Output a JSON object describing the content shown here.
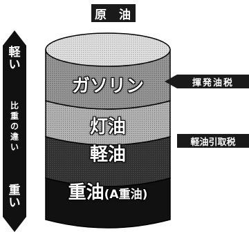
{
  "source": {
    "label": "原 油"
  },
  "gravity_axis": {
    "top_label": "軽い",
    "middle_label": "比重の違い",
    "bottom_label": "重い"
  },
  "layers": {
    "gasoline": "ガソリン",
    "kerosene": "灯油",
    "diesel": "軽油",
    "heavy_main": "重油",
    "heavy_sub": "(A重油)"
  },
  "taxes": {
    "gasoline_tax": "揮発油税",
    "diesel_tax": "軽油引取税"
  },
  "colors": {
    "top_surface": "#d9d9d9",
    "gasoline_band": "#7a7a7a",
    "kerosene_band": "#a8a8a8",
    "diesel_band": "#2e2e2e",
    "heavy_band": "#111111",
    "label_bg": "#1a1a1a"
  }
}
